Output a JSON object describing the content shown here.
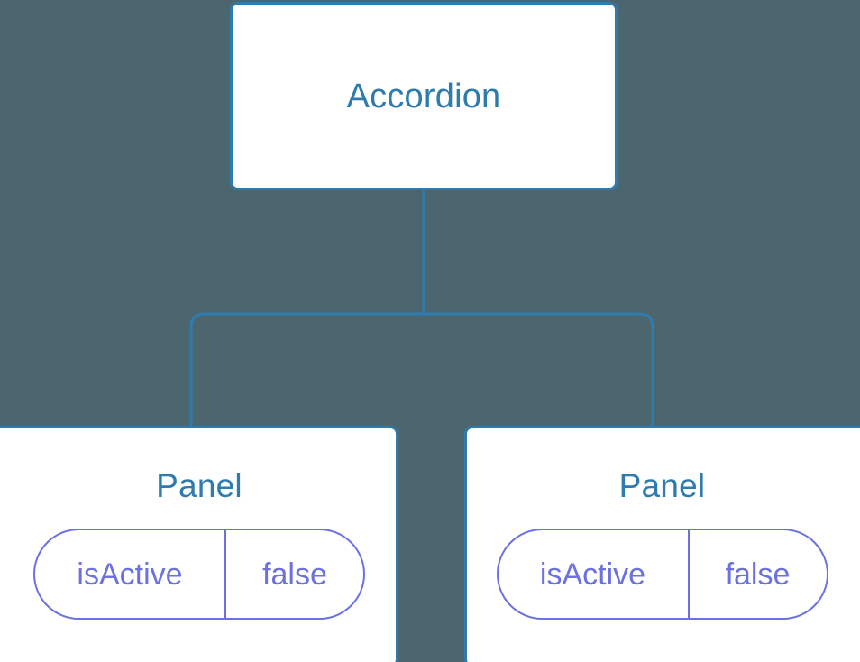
{
  "diagram": {
    "type": "component-tree",
    "background_color": "#4c6670",
    "node_border_color": "#2e7cae",
    "node_fill_color": "#ffffff",
    "title_text_color": "#2e7cae",
    "pill_color": "#6b72e0",
    "connector_color": "#2e7cae",
    "root": {
      "id": "accordion",
      "label": "Accordion"
    },
    "children": [
      {
        "id": "panel-left",
        "label": "Panel",
        "state": {
          "key": "isActive",
          "value": "false"
        }
      },
      {
        "id": "panel-right",
        "label": "Panel",
        "state": {
          "key": "isActive",
          "value": "false"
        }
      }
    ]
  }
}
